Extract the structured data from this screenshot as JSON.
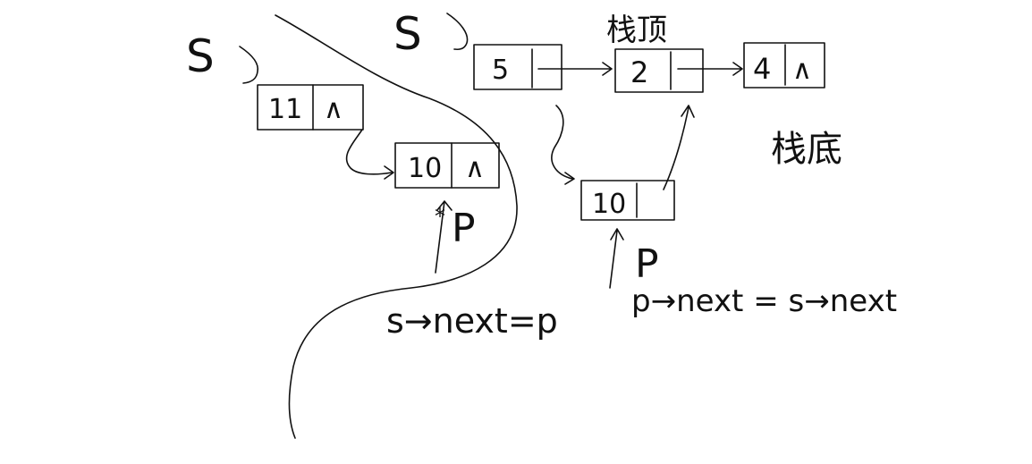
{
  "labels": {
    "s_left": "S",
    "s_right": "S",
    "stack_top": "栈顶",
    "stack_bottom": "栈底",
    "p_left": "P",
    "p_right": "P",
    "eq_left": "s→next=p",
    "eq_right": "p→next = s→next"
  },
  "left_list": {
    "node1": {
      "value": "11",
      "link": "∧"
    },
    "node2": {
      "value": "10",
      "link": "∧"
    }
  },
  "right_list": {
    "node1": {
      "value": "5",
      "link": ""
    },
    "node2": {
      "value": "2",
      "link": ""
    },
    "node3": {
      "value": "4",
      "link": "∧"
    },
    "new_node": {
      "value": "10",
      "link": ""
    }
  }
}
